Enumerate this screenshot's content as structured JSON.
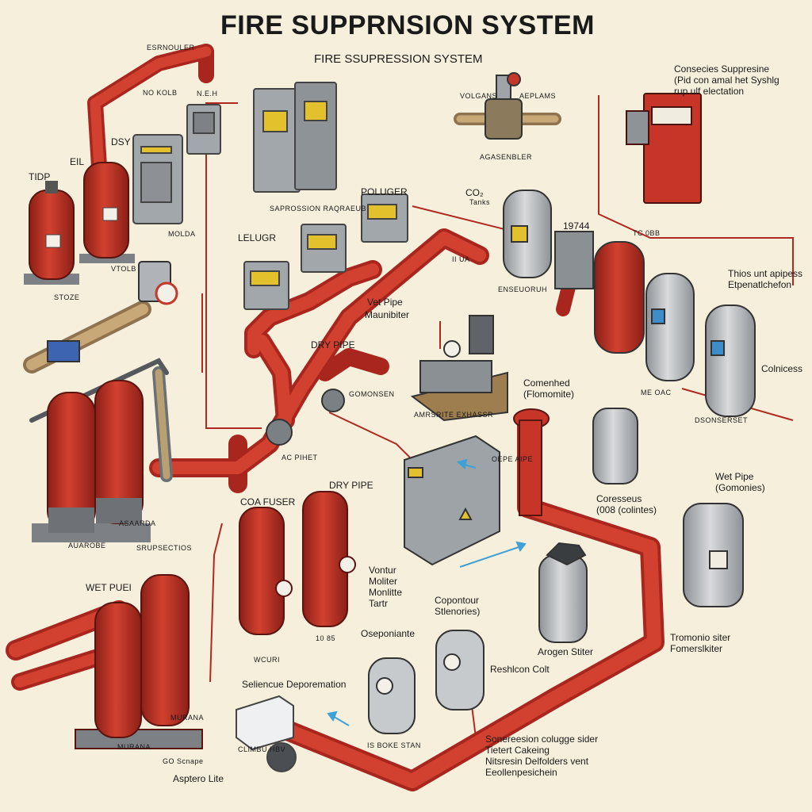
{
  "title": "FIRE SUPPRNSION SYSTEM",
  "subtitle": "FIRE SSUPRESSION SYSTEM",
  "colors": {
    "red": "#d2412f",
    "red_dark": "#8c1f17",
    "background": "#f5efdc",
    "steel": "#a2a7ab",
    "warning_yellow": "#e3c12c",
    "flow_arrow_blue": "#3fa1d6"
  },
  "labels": {
    "l01": "ESRNOULER",
    "l02": "NO\nKOLB",
    "l03": "N.E.H",
    "l04": "EIL",
    "l05": "DSY",
    "l06": "TIDP",
    "l07": "VTOLB",
    "l08": "MOLDA",
    "l09": "STOZE",
    "l10": "SAPROSSION RAQRAEUB",
    "l11": "LELUGR",
    "l12": "POLUGER",
    "l13": "II UA",
    "l14": "VOLGANS",
    "l15": "AEPLAMS",
    "l16": "AGASENBLER",
    "l17": "Consecies Suppresine\n(Pid con amal het Syshlg\nrup ulf electation",
    "l18": "CO₂",
    "l19": "Tanks",
    "l20": "19744",
    "l21": "TC 0BB",
    "l22": "ENSEUORUH",
    "l23": "Thios unt apipess\nEtpenatlchefon",
    "l24": "Vet Pipe",
    "l25": "Maunibiter",
    "l26": "DRY PIPE",
    "l27": "GOMONSEN",
    "l28": "AC PIHET",
    "l29": "AMRSRITE EXHASSR",
    "l30": "Comenhed\n(Flomomite)",
    "l31": "ME OAC",
    "l32": "DSONSERSET",
    "l33": "Colnicess",
    "l34": "OEPE AIPE",
    "l35": "DRY PIPE",
    "l36": "COA FUSER",
    "l37": "AUAROBE",
    "l38": "ASAARDA",
    "l39": "Coresseus\n(008 (colintes)",
    "l40": "Wet Pipe\n(Gomonies)",
    "l41": "WET PUEI",
    "l42": "SRUPSECTIOS",
    "l43": "Vontur\nMoliter\nMonlitte\nTartr",
    "l44": "Copontour\nStlenories)",
    "l45": "Oseponiante",
    "l46": "Arogen Stiter",
    "l47": "Tromonio siter\nFomerslkiter",
    "l48": "WCURI",
    "l49": "10 85",
    "l50": "Reshlcon Colt",
    "l51": "Seliencue Deporemation",
    "l52": "MURANA",
    "l53": "MURANA",
    "l54": "IS BOKE STAN",
    "l55": "CLIMBU HBV",
    "l56": "GO Scnape",
    "l57": "Asptero Lite",
    "l58": "Sonereesion colugge sider\nTietert Cakeing\nNitsresin Delfolders vent\nEeollenpesichein"
  }
}
